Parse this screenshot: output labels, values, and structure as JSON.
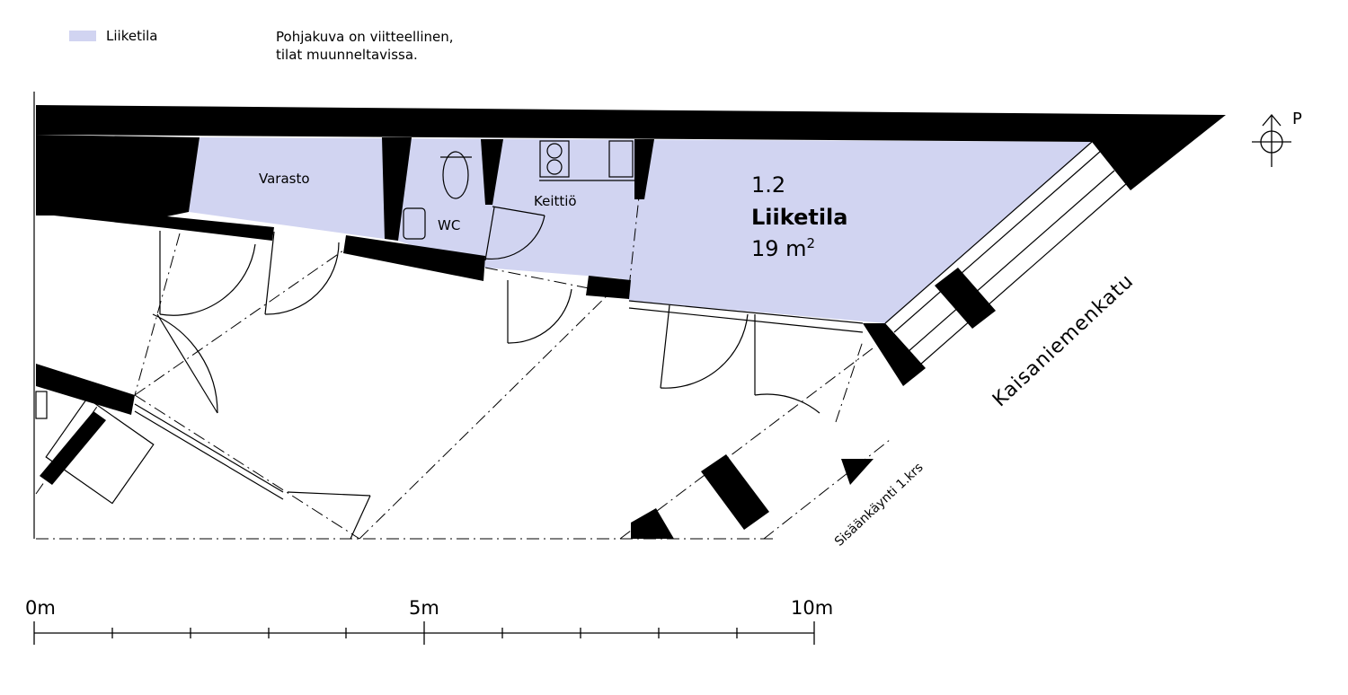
{
  "legend": {
    "label": "Liiketila",
    "color": "#d1d4f1"
  },
  "note": {
    "line1": "Pohjakuva on viitteellinen,",
    "line2": "tilat muunneltavissa."
  },
  "rooms": {
    "storage": "Varasto",
    "wc": "WC",
    "kitchen": "Keittiö"
  },
  "space": {
    "number": "1.2",
    "name": "Liiketila",
    "area_value": "19 m",
    "area_unit_sup": "2"
  },
  "street": "Kaisaniemenkatu",
  "entrance": "Sisäänkäynti 1.krs",
  "north": "P",
  "scale": {
    "labels": [
      "0m",
      "5m",
      "10m"
    ]
  },
  "colors": {
    "wall": "#000000",
    "highlight": "#d1d4f1",
    "line": "#000000"
  }
}
